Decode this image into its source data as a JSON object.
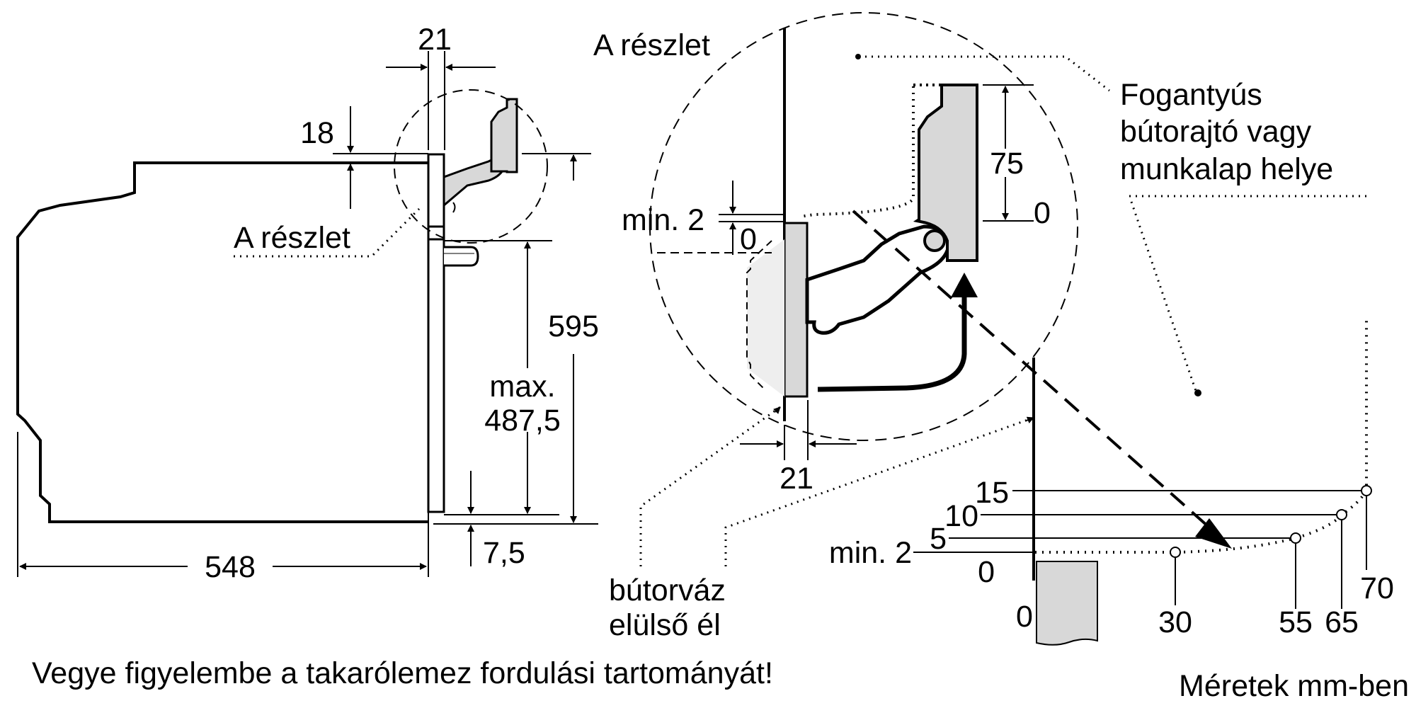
{
  "main_view": {
    "dim_top_gap": "21",
    "dim_trim_height": "18",
    "detail_label": "A részlet",
    "dim_height": "595",
    "dim_max_label": "max.",
    "dim_max_value": "487,5",
    "dim_bottom_offset": "7,5",
    "dim_depth": "548"
  },
  "detail_view": {
    "title": "A részlet",
    "dim_min_gap": "min. 2",
    "dim_zero_left": "0",
    "dim_handle_height": "75",
    "dim_zero_right": "0",
    "dim_gap_bottom": "21",
    "front_edge_label_line1": "bútorváz",
    "front_edge_label_line2": "elülső él"
  },
  "note_label": {
    "line1": "Fogantyús",
    "line2": "bútorajtó vagy",
    "line3": "munkalap helye"
  },
  "clearance_chart": {
    "y_labels": [
      "15",
      "10",
      "5",
      "min. 2",
      "0"
    ],
    "x_labels": [
      "0",
      "30",
      "55",
      "65",
      "70"
    ]
  },
  "footer": {
    "notice": "Vegye figyelembe a takarólemez fordulási tartományát!",
    "units": "Méretek mm-ben"
  }
}
